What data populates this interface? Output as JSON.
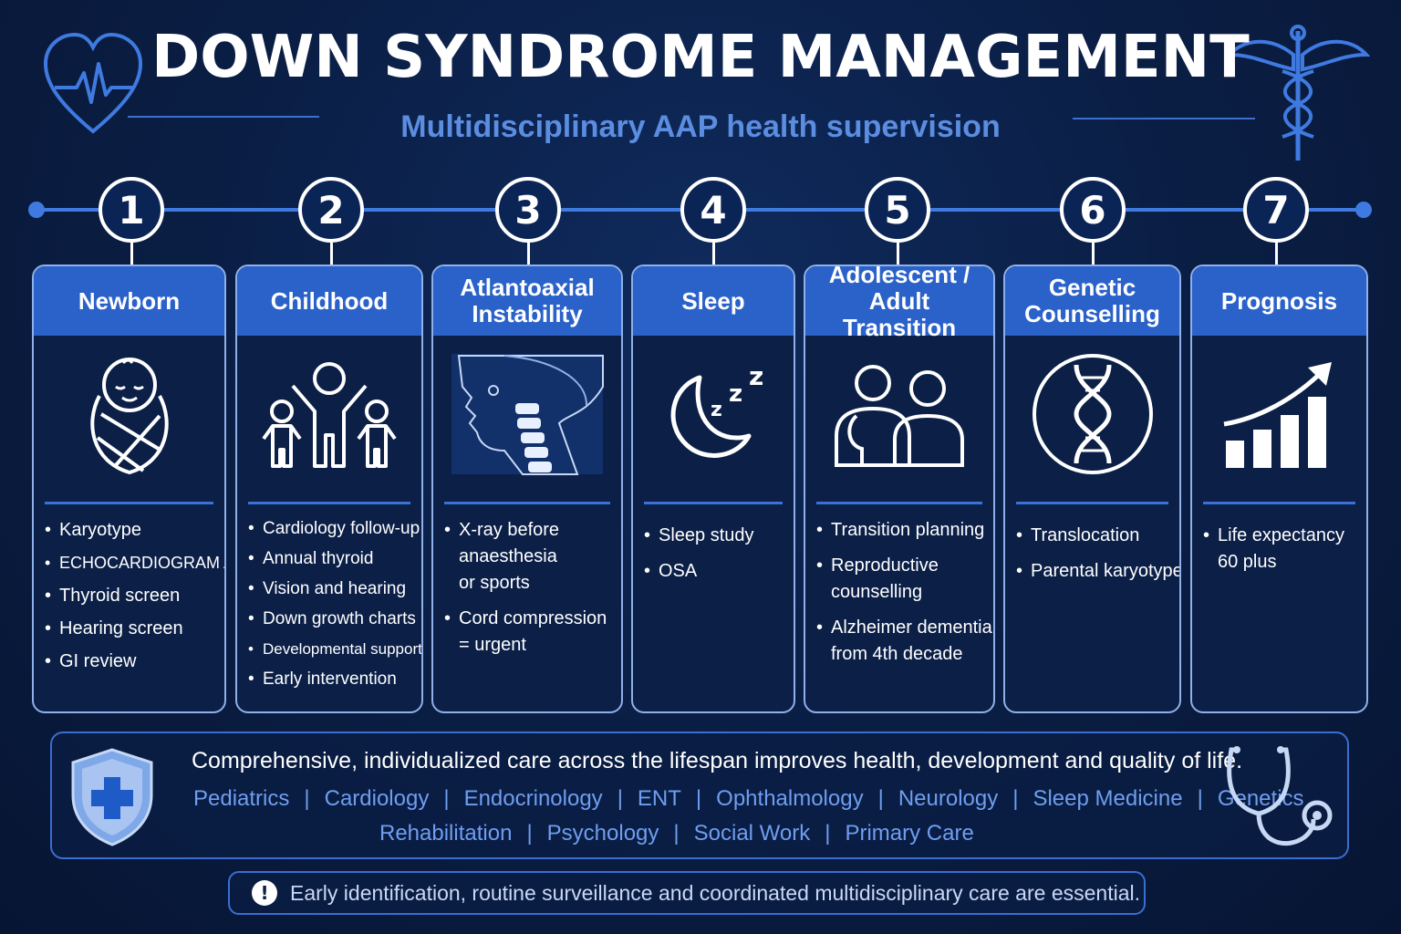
{
  "header": {
    "title": "DOWN SYNDROME MANAGEMENT",
    "subtitle": "Multidisciplinary AAP health supervision"
  },
  "steps": [
    {
      "number": "1",
      "title": "Newborn",
      "icon": "swaddled-baby-icon",
      "items": [
        "Karyotype",
        "ECHOCARDIOGRAM ALL",
        "Thyroid screen",
        "Hearing screen",
        "GI review"
      ]
    },
    {
      "number": "2",
      "title": "Childhood",
      "icon": "family-icon",
      "items": [
        "Cardiology follow-up",
        "Annual thyroid",
        "Vision and hearing",
        "Down growth charts",
        "Developmental support",
        "Early intervention"
      ]
    },
    {
      "number": "3",
      "title_lines": [
        "Atlantoaxial",
        "Instability"
      ],
      "icon": "neck-xray-icon",
      "items": [
        [
          "X-ray before",
          "anaesthesia",
          "or sports"
        ],
        [
          "Cord compression",
          "= urgent"
        ]
      ]
    },
    {
      "number": "4",
      "title": "Sleep",
      "icon": "moon-sleep-icon",
      "items": [
        "Sleep study",
        "OSA"
      ]
    },
    {
      "number": "5",
      "title_lines": [
        "Adolescent /",
        "Adult Transition"
      ],
      "icon": "two-people-icon",
      "items": [
        [
          "Transition planning"
        ],
        [
          "Reproductive",
          "counselling"
        ],
        [
          "Alzheimer dementia",
          "from 4th decade"
        ]
      ]
    },
    {
      "number": "6",
      "title_lines": [
        "Genetic",
        "Counselling"
      ],
      "icon": "dna-icon",
      "items": [
        "Translocation",
        "Parental karyotype"
      ]
    },
    {
      "number": "7",
      "title": "Prognosis",
      "icon": "growth-chart-icon",
      "items": [
        [
          "Life expectancy",
          "60 plus"
        ]
      ]
    }
  ],
  "footer": {
    "statement": "Comprehensive, individualized care across the lifespan improves health, development and quality of life.",
    "specialties_row1": [
      "Pediatrics",
      "Cardiology",
      "Endocrinology",
      "ENT",
      "Ophthalmology",
      "Neurology",
      "Sleep Medicine",
      "Genetics"
    ],
    "specialties_row2": [
      "Rehabilitation",
      "Psychology",
      "Social Work",
      "Primary Care"
    ],
    "separator": "|",
    "note_icon": "!",
    "note": "Early identification, routine surveillance and coordinated multidisciplinary care are essential."
  },
  "decor": {
    "left_icon": "heart-pulse-icon",
    "right_icon": "caduceus-icon",
    "shield_icon": "shield-cross-icon",
    "stethoscope_icon": "stethoscope-icon"
  },
  "colors": {
    "background": "#0a1d42",
    "accent": "#2a62c9",
    "subtitle": "#5b8de0",
    "specialty": "#6f9ef0"
  }
}
